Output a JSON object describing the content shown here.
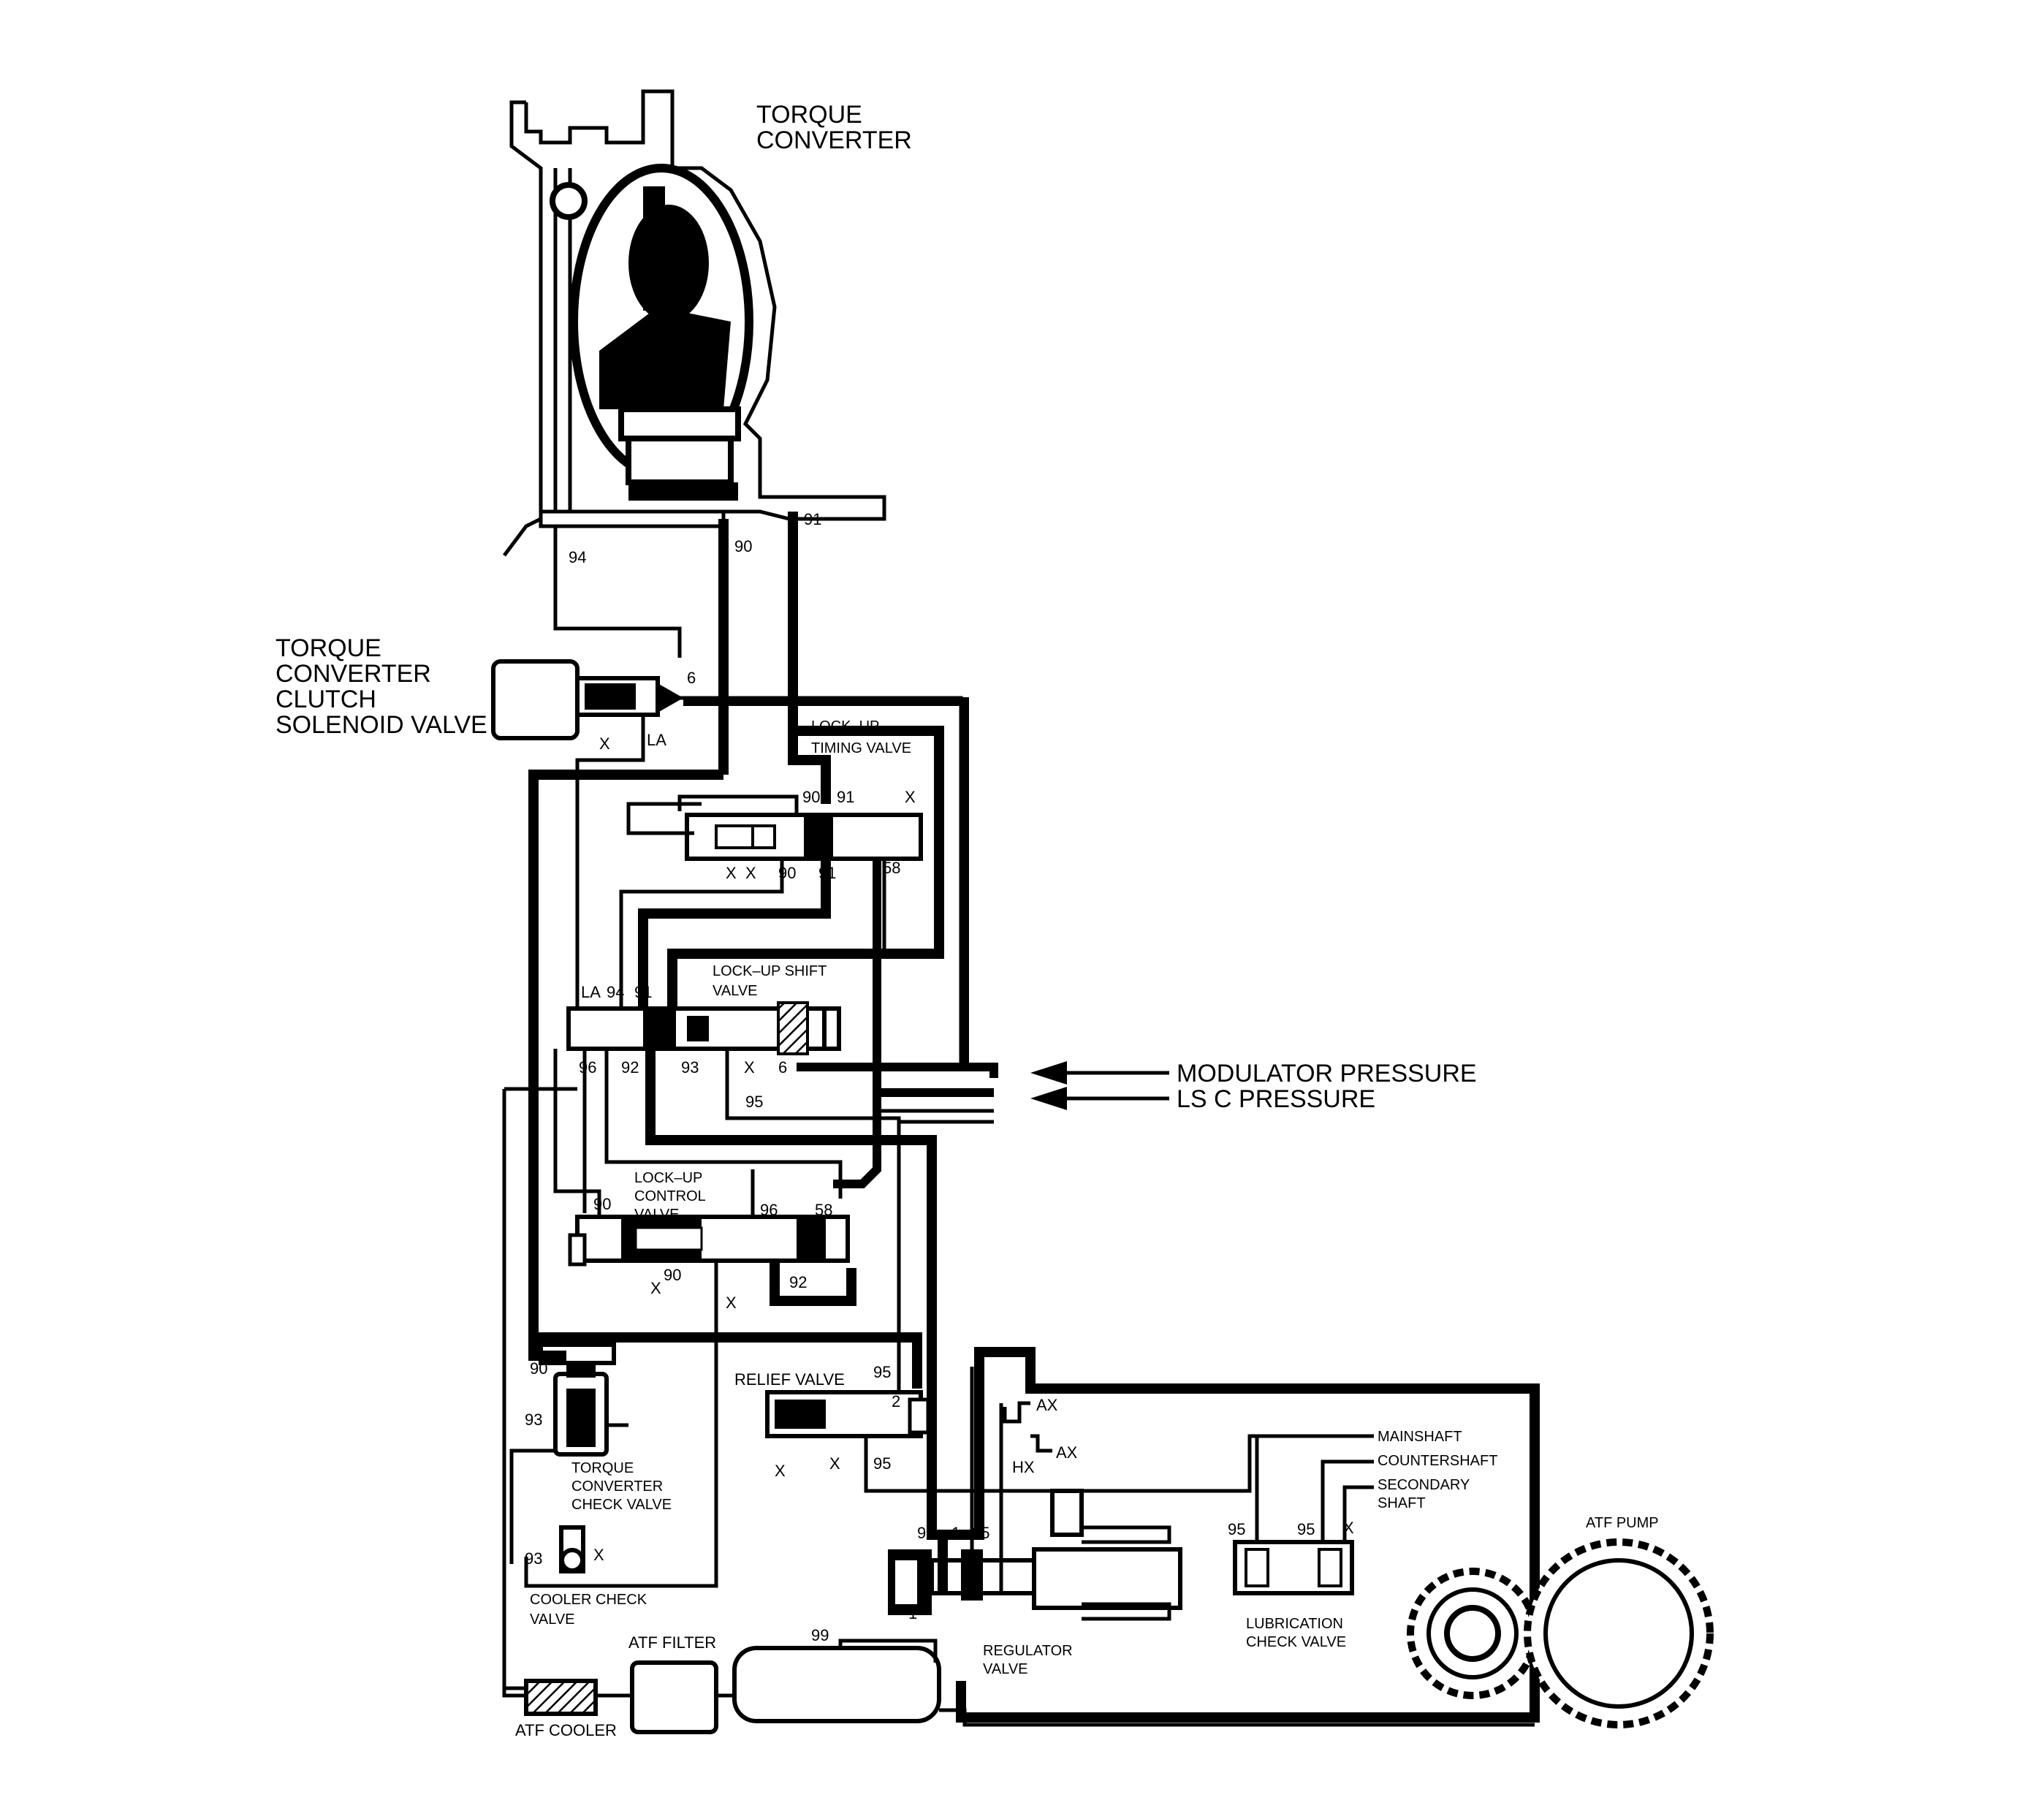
{
  "labels": {
    "torque_converter": [
      "TORQUE",
      "CONVERTER"
    ],
    "tcc_solenoid": [
      "TORQUE",
      "CONVERTER",
      "CLUTCH",
      "SOLENOID VALVE"
    ],
    "lockup_timing": [
      "LOCK–UP",
      "TIMING VALVE"
    ],
    "lockup_shift": [
      "LOCK–UP SHIFT",
      "VALVE"
    ],
    "lockup_control": [
      "LOCK–UP",
      "CONTROL",
      "VALVE"
    ],
    "modulator_pressure": "MODULATOR PRESSURE",
    "lsc_pressure": "LS C PRESSURE",
    "relief_valve": "RELIEF VALVE",
    "tc_check_valve": [
      "TORQUE",
      "CONVERTER",
      "CHECK VALVE"
    ],
    "cooler_check_valve": [
      "COOLER CHECK",
      "VALVE"
    ],
    "atf_filter": "ATF FILTER",
    "atf_cooler": "ATF COOLER",
    "regulator_valve": [
      "REGULATOR",
      "VALVE"
    ],
    "lubrication_check": [
      "LUBRICATION",
      "CHECK VALVE"
    ],
    "atf_pump": "ATF PUMP",
    "mainshaft": "MAINSHAFT",
    "countershaft": "COUNTERSHAFT",
    "secondary_shaft": [
      "SECONDARY",
      "SHAFT"
    ]
  },
  "passage_numbers": {
    "p94": "94",
    "p90": "90",
    "p91": "91",
    "p6": "6",
    "pLA": "LA",
    "pX": "X",
    "p58": "58",
    "p96": "96",
    "p92": "92",
    "p93": "93",
    "p95": "95",
    "p99": "99",
    "p1": "1",
    "pAX": "AX",
    "pHX": "HX"
  }
}
